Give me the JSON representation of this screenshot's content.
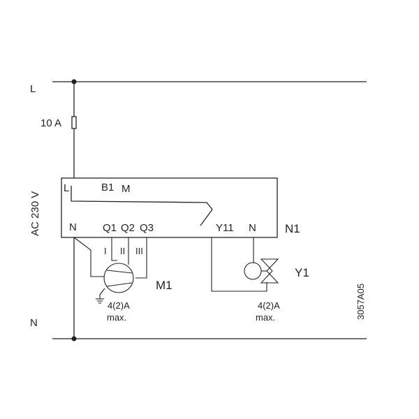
{
  "lines": {
    "live_label": "L",
    "neutral_label": "N"
  },
  "fuse": {
    "rating": "10 A"
  },
  "supply": {
    "voltage": "AC 230 V"
  },
  "controller": {
    "id": "N1",
    "terminal_live": "L",
    "terminal_b1": "B1",
    "terminal_m": "M",
    "terminal_neutral": "N",
    "terminal_q1": "Q1",
    "terminal_q2": "Q2",
    "terminal_q3": "Q3",
    "terminal_y11": "Y11",
    "terminal_neutral_2": "N"
  },
  "motor": {
    "id": "M1",
    "stage_1": "I",
    "stage_2": "II",
    "stage_3": "III",
    "rating": "4(2)A",
    "rating_note": "max."
  },
  "valve": {
    "id": "Y1",
    "rating": "4(2)A",
    "rating_note": "max."
  },
  "drawing": {
    "number": "3057A05"
  }
}
